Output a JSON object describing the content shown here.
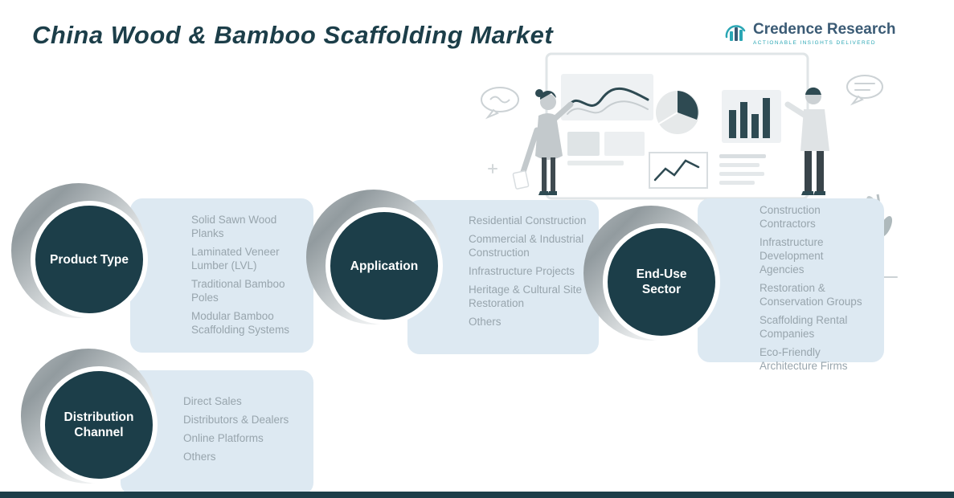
{
  "title": "China Wood & Bamboo Scaffolding Market",
  "logo": {
    "name": "Credence Research",
    "tagline": "Actionable Insights Delivered"
  },
  "segments": [
    {
      "label": "Product Type",
      "items": [
        "Solid Sawn Wood Planks",
        "Laminated Veneer Lumber (LVL)",
        "Traditional Bamboo Poles",
        "Modular Bamboo Scaffolding Systems"
      ]
    },
    {
      "label": "Application",
      "items": [
        "Residential Construction",
        "Commercial & Industrial Construction",
        "Infrastructure Projects",
        "Heritage & Cultural Site Restoration",
        "Others"
      ]
    },
    {
      "label": "End-Use Sector",
      "items": [
        "Construction Contractors",
        "Infrastructure Development Agencies",
        "Restoration & Conservation Groups",
        "Scaffolding Rental Companies",
        "Eco-Friendly Architecture Firms"
      ]
    },
    {
      "label": "Distribution Channel",
      "items": [
        "Direct Sales",
        "Distributors & Dealers",
        "Online Platforms",
        "Others"
      ]
    }
  ],
  "colors": {
    "dark_teal": "#1C3E49",
    "panel_blue": "#DDE9F2",
    "item_text": "#98A5AD",
    "accent_teal": "#2AA6B4",
    "logo_text": "#3B5B75"
  }
}
